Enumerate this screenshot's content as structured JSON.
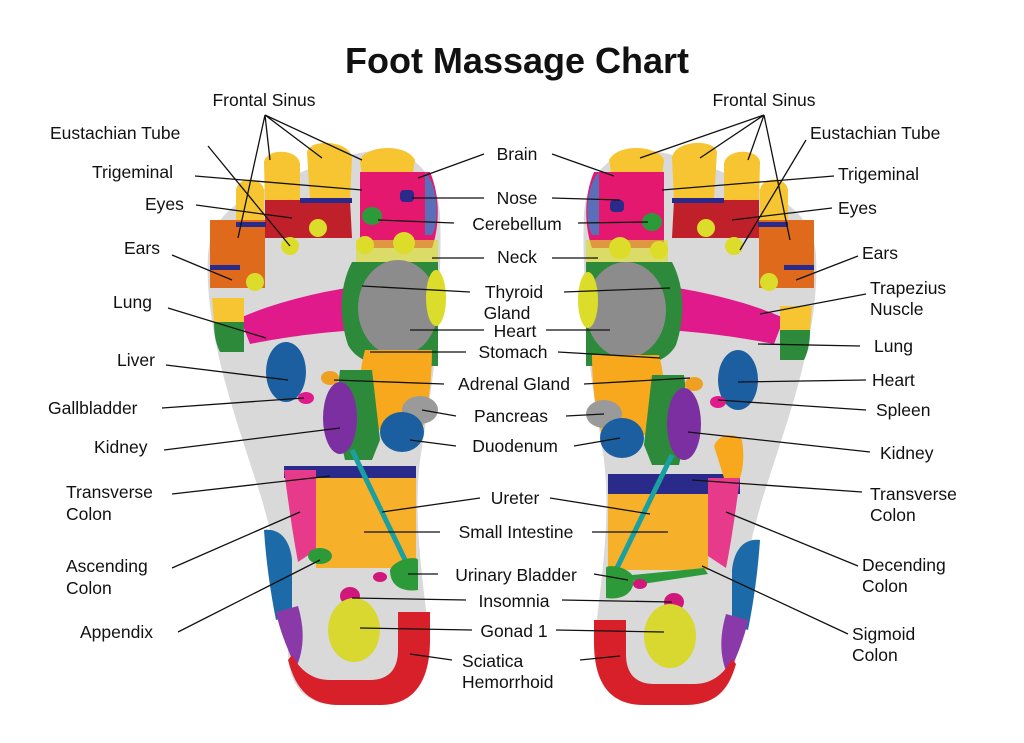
{
  "title": "Foot Massage Chart",
  "center_labels": {
    "brain": "Brain",
    "nose": "Nose",
    "cerebellum": "Cerebellum",
    "neck": "Neck",
    "thyroid_gland_1": "Thyroid",
    "thyroid_gland_2": "Gland",
    "heart": "Heart",
    "stomach": "Stomach",
    "adrenal_gland": "Adrenal Gland",
    "pancreas": "Pancreas",
    "duodenum": "Duodenum",
    "ureter": "Ureter",
    "small_intestine": "Small Intestine",
    "urinary_bladder": "Urinary Bladder",
    "insomnia": "Insomnia",
    "gonad": "Gonad 1",
    "sciatica": "Sciatica",
    "hemorrhoid": "Hemorrhoid"
  },
  "left_labels": {
    "frontal_sinus": "Frontal Sinus",
    "eustachian_tube": "Eustachian Tube",
    "trigeminal": "Trigeminal",
    "eyes": "Eyes",
    "ears": "Ears",
    "lung": "Lung",
    "liver": "Liver",
    "gallbladder": "Gallbladder",
    "kidney": "Kidney",
    "transverse_colon_1": "Transverse",
    "transverse_colon_2": "Colon",
    "ascending_colon_1": "Ascending",
    "ascending_colon_2": "Colon",
    "appendix": "Appendix"
  },
  "right_labels": {
    "frontal_sinus": "Frontal Sinus",
    "eustachian_tube": "Eustachian Tube",
    "trigeminal": "Trigeminal",
    "eyes": "Eyes",
    "ears": "Ears",
    "trapezius_1": "Trapezius",
    "trapezius_2": "Nuscle",
    "lung": "Lung",
    "heart": "Heart",
    "spleen": "Spleen",
    "kidney": "Kidney",
    "transverse_colon_1": "Transverse",
    "transverse_colon_2": "Colon",
    "decending_colon_1": "Decending",
    "decending_colon_2": "Colon",
    "sigmoid_colon_1": "Sigmoid",
    "sigmoid_colon_2": "Colon"
  },
  "colors": {
    "foot_base": "#d9d9d9",
    "toe_yellow": "#f7c531",
    "brain_magenta": "#e5186f",
    "nose_blue": "#5a6fb8",
    "eyes_red": "#c0202a",
    "ears_orange": "#e06a1c",
    "neck_yellow": "#dcdc2a",
    "thyroid_green": "#2d8a3a",
    "heart_gray": "#8c8c8c",
    "stomach_orange": "#f7a81c",
    "pancreas_gray": "#9a9a9a",
    "duodenum_blue": "#1c5fa0",
    "adrenal_orange": "#f0a020",
    "kidney_purple": "#7b2fa0",
    "ureter_teal": "#1aa0a0",
    "colon_navy": "#2a2a8a",
    "ascending_pink": "#e83a8a",
    "intestine_orange": "#f7b02a",
    "liver_blue": "#1c5fa0",
    "lung_magenta": "#e01a8a",
    "appendix_green": "#2d9a3a",
    "insomnia_magenta": "#d0187a",
    "gonad_yellow": "#d8d830",
    "sciatica_red": "#d8202a",
    "heel_blue": "#1c6aa8",
    "heel_purple": "#8a3aa8"
  }
}
